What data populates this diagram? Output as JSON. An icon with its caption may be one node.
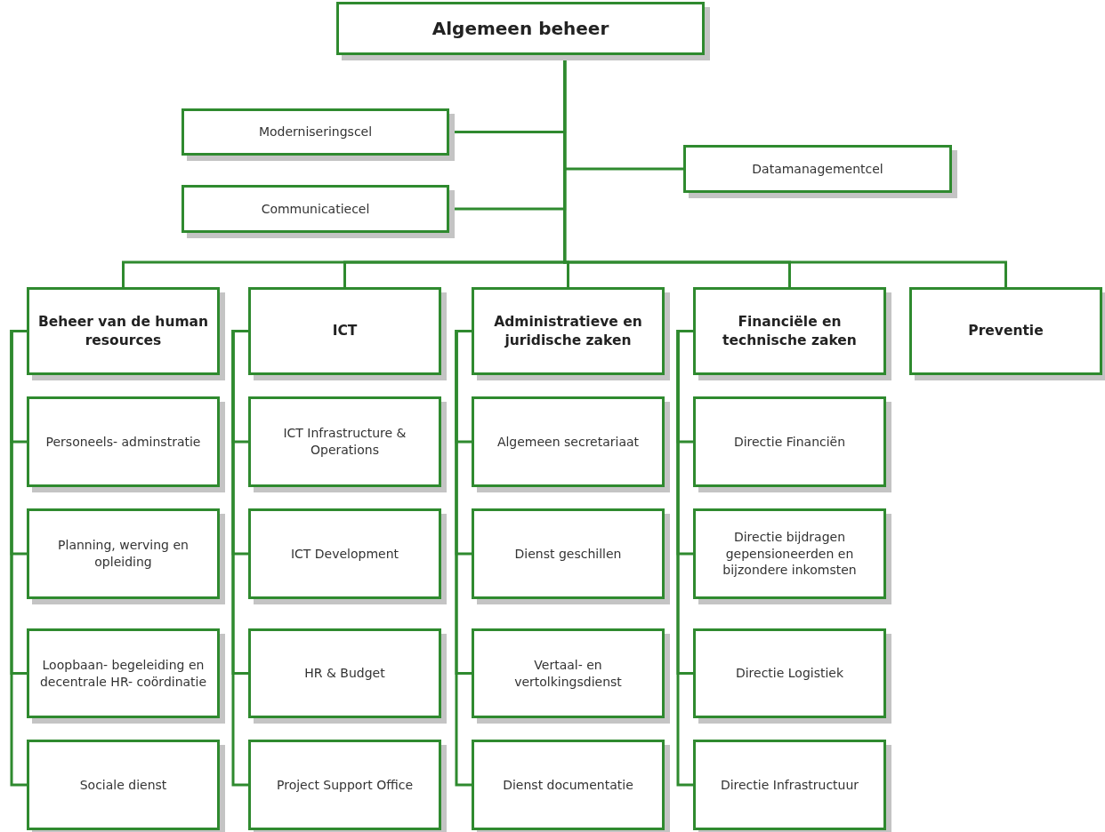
{
  "diagram": {
    "nodes": [
      {
        "text": [
          "Algemeen beheer"
        ]
      },
      {
        "text": [
          "Moderniseringscel"
        ]
      },
      {
        "text": [
          "Datamanagementcel"
        ]
      },
      {
        "text": [
          "Communicatiecel"
        ]
      },
      {
        "text": [
          "Beheer van de human resources"
        ]
      },
      {
        "text": [
          "ICT"
        ]
      },
      {
        "text": [
          "Administratieve en juridische zaken"
        ]
      },
      {
        "text": [
          "Financiële en technische zaken"
        ]
      },
      {
        "text": [
          "Preventie"
        ]
      },
      {
        "text": [
          "Personeels- adminstratie"
        ]
      },
      {
        "text": [
          "Planning, werving en opleiding"
        ]
      },
      {
        "text": [
          "Loopbaan- begeleiding en decentrale HR- coördinatie"
        ]
      },
      {
        "text": [
          "Sociale dienst"
        ]
      },
      {
        "text": [
          "ICT Infrastructure & Operations"
        ]
      },
      {
        "text": [
          "ICT Development"
        ]
      },
      {
        "text": [
          "HR & Budget"
        ]
      },
      {
        "text": [
          "Project Support Office"
        ]
      },
      {
        "text": [
          "Algemeen secretariaat"
        ]
      },
      {
        "text": [
          "Dienst geschillen"
        ]
      },
      {
        "text": [
          "Vertaal- en vertolkingsdienst"
        ]
      },
      {
        "text": [
          "Dienst documentatie"
        ]
      },
      {
        "text": [
          "Directie Financiën"
        ]
      },
      {
        "text": [
          "Directie bijdragen gepensioneerden en bijzondere inkomsten"
        ]
      },
      {
        "text": [
          "Directie Logistiek"
        ]
      },
      {
        "text": [
          "Directie Infrastructuur"
        ]
      }
    ],
    "edges": [
      {
        "from": 0,
        "to": 1,
        "arrow": "none"
      },
      {
        "from": 0,
        "to": 2,
        "arrow": "none"
      },
      {
        "from": 0,
        "to": 3,
        "arrow": "none"
      },
      {
        "from": 0,
        "to": 4,
        "arrow": "none"
      },
      {
        "from": 0,
        "to": 5,
        "arrow": "none"
      },
      {
        "from": 0,
        "to": 6,
        "arrow": "none"
      },
      {
        "from": 0,
        "to": 7,
        "arrow": "none"
      },
      {
        "from": 0,
        "to": 8,
        "arrow": "none"
      },
      {
        "from": 4,
        "to": 9,
        "arrow": "none"
      },
      {
        "from": 4,
        "to": 10,
        "arrow": "none"
      },
      {
        "from": 4,
        "to": 11,
        "arrow": "none"
      },
      {
        "from": 4,
        "to": 12,
        "arrow": "none"
      },
      {
        "from": 5,
        "to": 13,
        "arrow": "none"
      },
      {
        "from": 5,
        "to": 14,
        "arrow": "none"
      },
      {
        "from": 5,
        "to": 15,
        "arrow": "none"
      },
      {
        "from": 5,
        "to": 16,
        "arrow": "none"
      },
      {
        "from": 6,
        "to": 17,
        "arrow": "none"
      },
      {
        "from": 6,
        "to": 18,
        "arrow": "none"
      },
      {
        "from": 6,
        "to": 19,
        "arrow": "none"
      },
      {
        "from": 6,
        "to": 20,
        "arrow": "none"
      },
      {
        "from": 7,
        "to": 21,
        "arrow": "none"
      },
      {
        "from": 7,
        "to": 22,
        "arrow": "none"
      },
      {
        "from": 7,
        "to": 23,
        "arrow": "none"
      },
      {
        "from": 7,
        "to": 24,
        "arrow": "none"
      }
    ]
  }
}
